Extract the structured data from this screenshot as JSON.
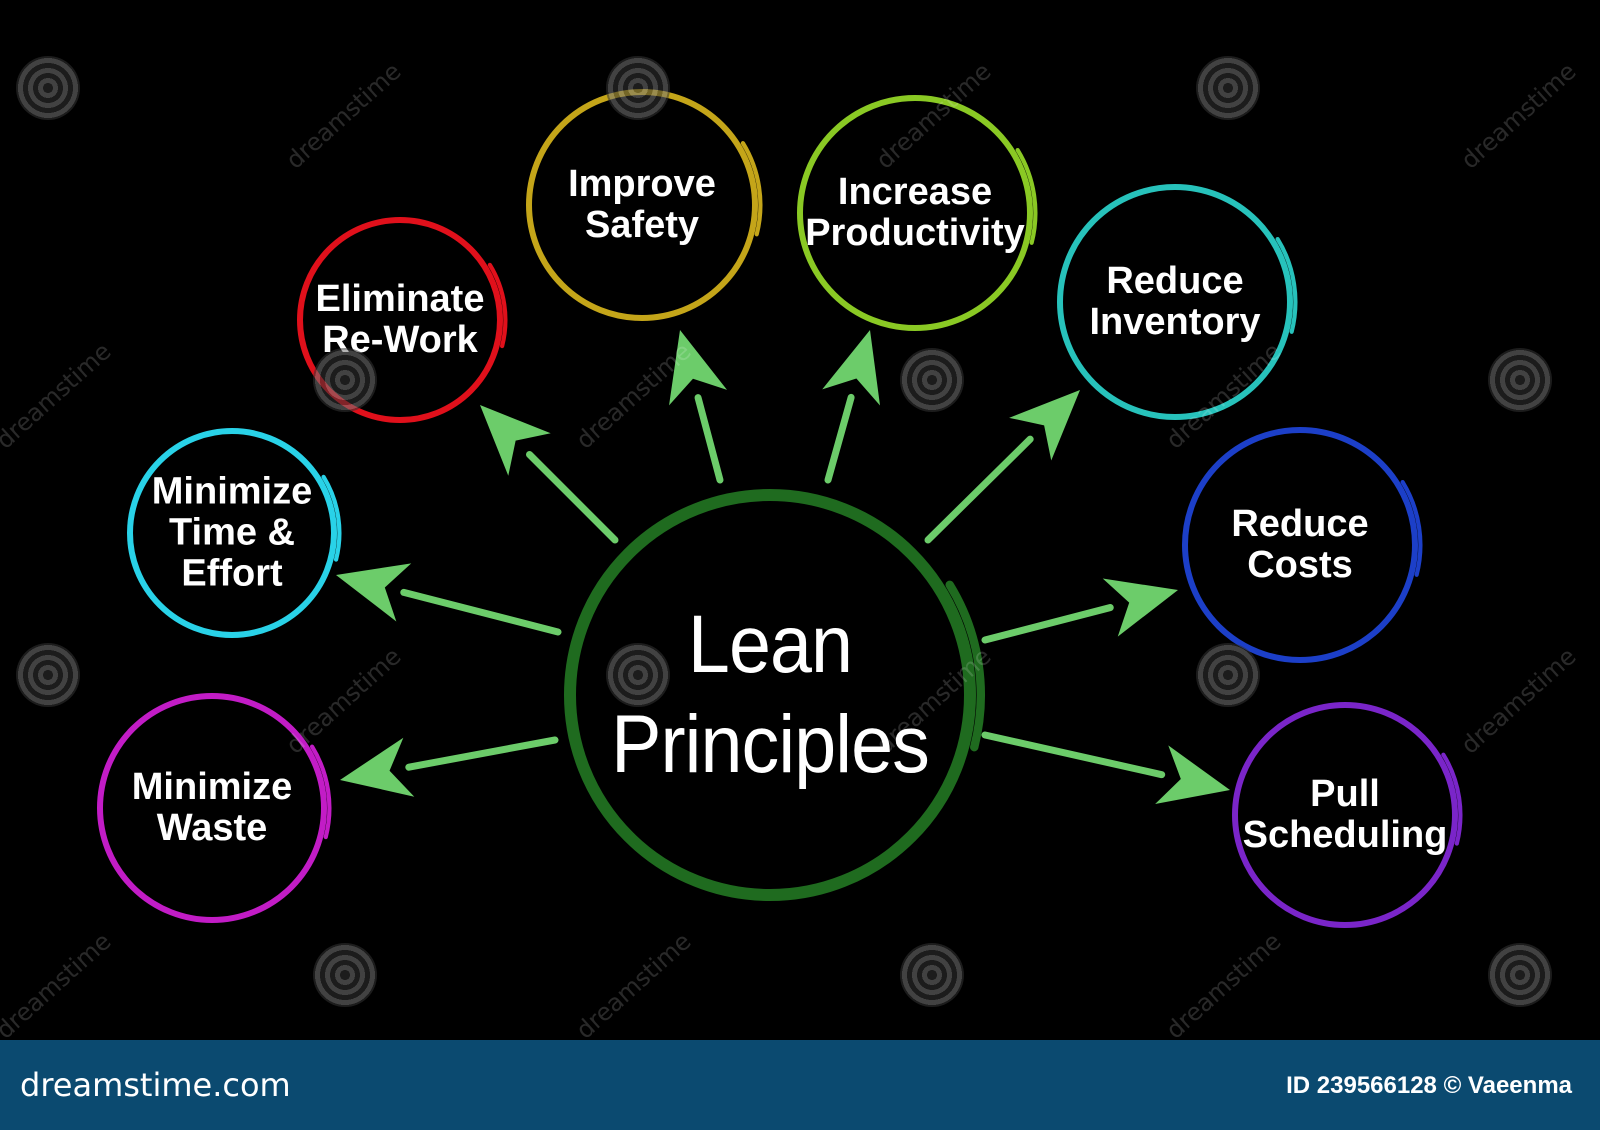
{
  "center": {
    "label": "Lean\nPrinciples",
    "color": "#1f6b1f"
  },
  "nodes": [
    {
      "id": "eliminate-rework",
      "label": "Eliminate\nRe-Work",
      "color": "#e0101b"
    },
    {
      "id": "improve-safety",
      "label": "Improve\nSafety",
      "color": "#c4a519"
    },
    {
      "id": "increase-productivity",
      "label": "Increase\nProductivity",
      "color": "#8ac924"
    },
    {
      "id": "reduce-inventory",
      "label": "Reduce\nInventory",
      "color": "#27c2bb"
    },
    {
      "id": "minimize-time-effort",
      "label": "Minimize\nTime &\nEffort",
      "color": "#29d2e8"
    },
    {
      "id": "reduce-costs",
      "label": "Reduce\nCosts",
      "color": "#1c3fc8"
    },
    {
      "id": "minimize-waste",
      "label": "Minimize\nWaste",
      "color": "#c21cc6"
    },
    {
      "id": "pull-scheduling",
      "label": "Pull\nScheduling",
      "color": "#7a25c9"
    }
  ],
  "arrow_color": "#6ccc6a",
  "watermark": {
    "text": "dreamstime"
  },
  "footer": {
    "brand": "dreamstime.com",
    "credit": "ID 239566128 © Vaeenma",
    "background": "#0b4a70"
  }
}
